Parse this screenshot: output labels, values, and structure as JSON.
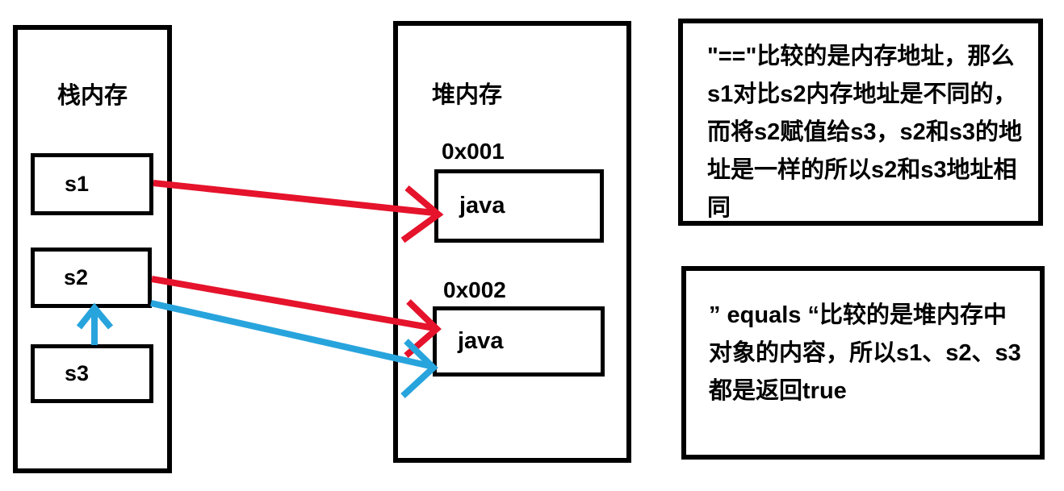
{
  "colors": {
    "red_arrow": "#e5132b",
    "blue_arrow": "#28a4dd",
    "outline": "#000000",
    "background": "#ffffff"
  },
  "stack": {
    "title": "栈内存",
    "vars": [
      "s1",
      "s2",
      "s3"
    ]
  },
  "heap": {
    "title": "堆内存",
    "objects": [
      {
        "address": "0x001",
        "value": "java"
      },
      {
        "address": "0x002",
        "value": "java"
      }
    ]
  },
  "notes": {
    "equality": {
      "lines": [
        "\"==\"比较的是内存地址，那么",
        "s1对比s2内存地址是不同的，",
        "而将s2赋值给s3，s2和s3的地",
        "址是一样的所以s2和s3地址相",
        "同"
      ]
    },
    "equals": {
      "lines": [
        "” equals “比较的是堆内存中",
        "对象的内容，所以s1、s2、s3",
        "都是返回true"
      ]
    }
  },
  "arrows": [
    {
      "id": "s1-to-0x001",
      "color": "red",
      "from": "s1",
      "to": "0x001"
    },
    {
      "id": "s2-to-0x002",
      "color": "red",
      "from": "s2",
      "to": "0x002"
    },
    {
      "id": "s2-assign-0x002",
      "color": "blue",
      "from": "s2",
      "to": "0x002"
    },
    {
      "id": "s3-to-s2",
      "color": "blue",
      "from": "s3",
      "to": "s2"
    }
  ]
}
